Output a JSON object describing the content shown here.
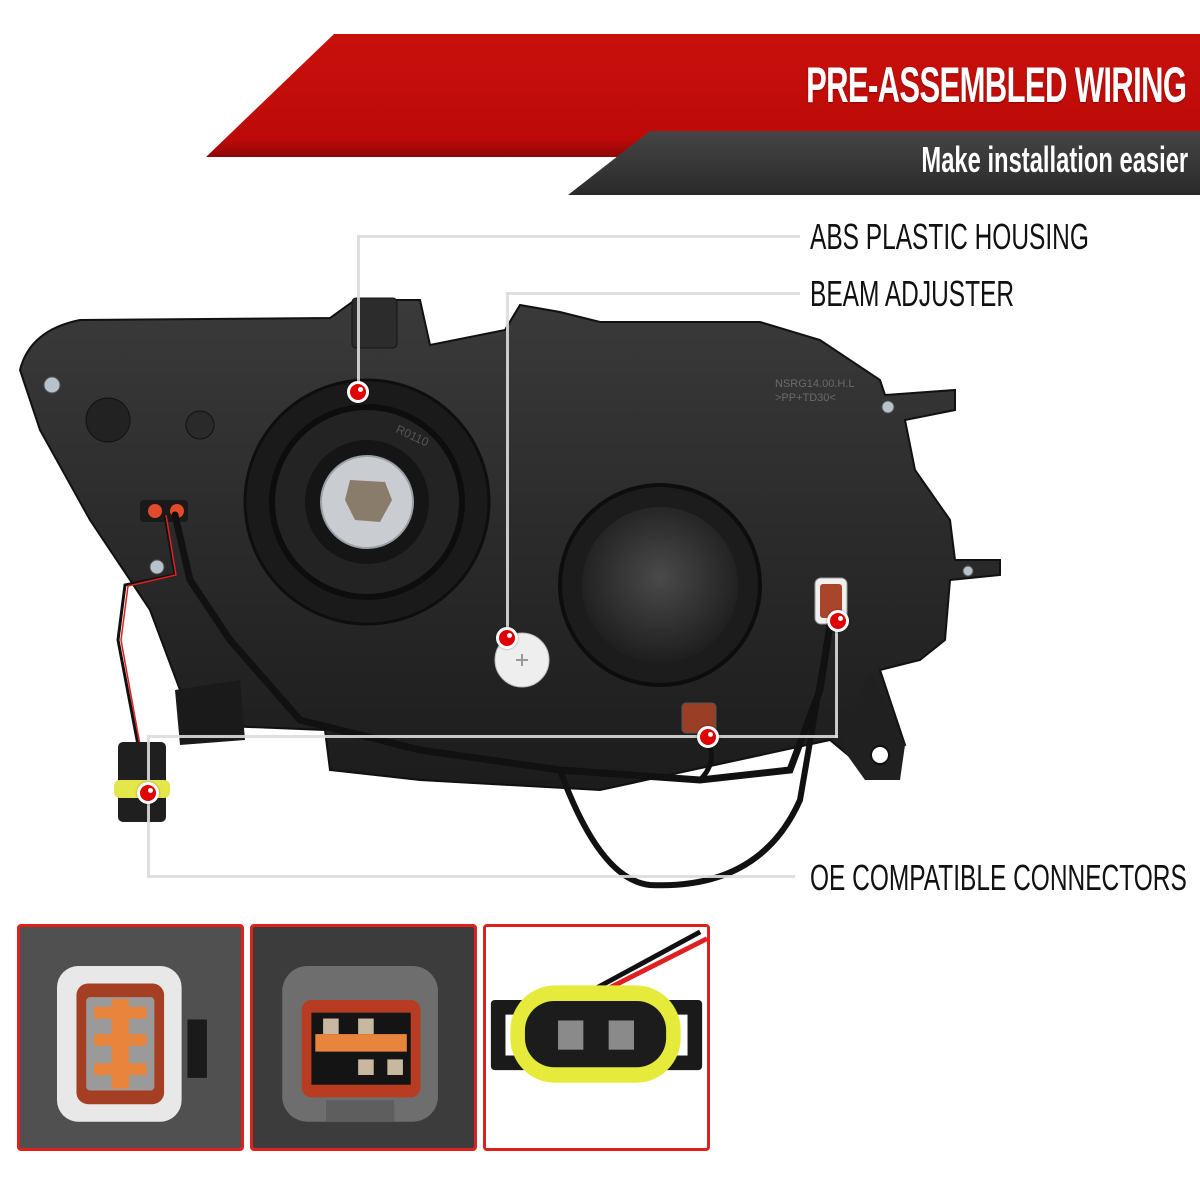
{
  "header": {
    "title": "PRE-ASSEMBLED WIRING",
    "subtitle": "Make installation easier"
  },
  "features": [
    {
      "label": "ABS PLASTIC HOUSING"
    },
    {
      "label": "BEAM ADJUSTER"
    },
    {
      "label": "OE COMPATIBLE CONNECTORS"
    }
  ],
  "photo": {
    "subject": "headlight-rear-housing",
    "housing_markings": [
      "R0110",
      "NSRG14.00.H.L",
      ">PP+TD30<"
    ]
  },
  "thumbnails": [
    {
      "subject": "6-pin-connector-white"
    },
    {
      "subject": "6-pin-connector-gray"
    },
    {
      "subject": "2-pin-connector-yellow"
    }
  ],
  "colors": {
    "banner_red": "#bd0a08",
    "banner_dark": "#353535",
    "callout_dot": "#e00000",
    "callout_line": "#dcdcdc",
    "thumb_border": "#e0201c"
  }
}
